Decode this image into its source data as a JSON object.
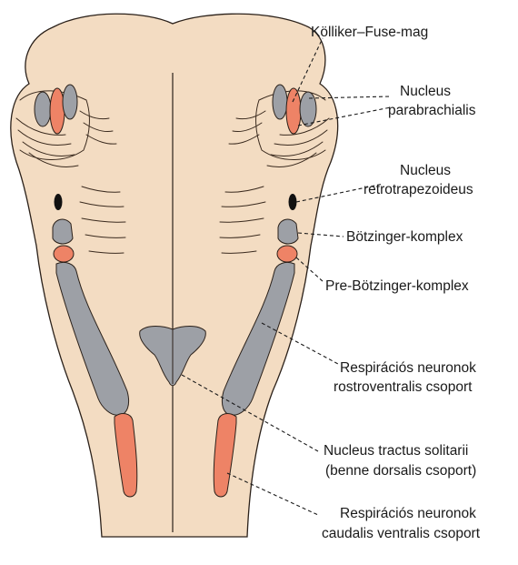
{
  "colors": {
    "tissue": "#f3dcc2",
    "tissue_shadow": "#e9c9a6",
    "nucleus_grey": "#9da0a6",
    "nucleus_red": "#ee8366",
    "black_nucleus": "#111111"
  },
  "labels": {
    "kolliker_fuse": "Kölliker–Fuse-mag",
    "parabrachial_line1": "Nucleus",
    "parabrachial_line2": "parabrachialis",
    "retrotrapezoid_line1": "Nucleus",
    "retrotrapezoid_line2": "retrotrapezoideus",
    "botzinger": "Bötzinger-komplex",
    "pre_botzinger": "Pre-Bötzinger-komplex",
    "rvrg_line1": "Respirációs neuronok",
    "rvrg_line2": "rostroventralis csoport",
    "nts_line1": "Nucleus tractus solitarii",
    "nts_line2": "(benne dorsalis csoport)",
    "cvrg_line1": "Respirációs neuronok",
    "cvrg_line2": "caudalis ventralis csoport"
  }
}
